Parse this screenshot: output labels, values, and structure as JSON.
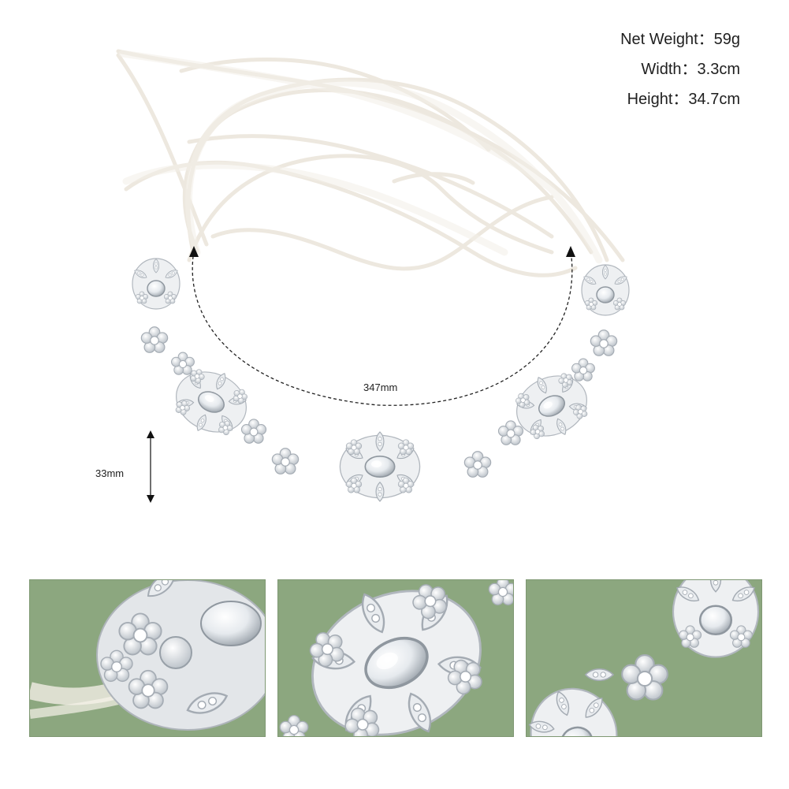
{
  "specs": {
    "net_weight": "Net Weight：59g",
    "width": "Width：3.3cm",
    "height": "Height：34.7cm"
  },
  "dimensions": {
    "length_label": "347mm",
    "height_label": "33mm"
  },
  "colors": {
    "background": "#ffffff",
    "ribbon": "#f1ece4",
    "jewelry_silver": "#d9dce0",
    "crystal": "#f7f9fb",
    "photo_background": "#8ca77f"
  },
  "icons": {
    "length_arrow": "dashed-arc-arrow-icon",
    "height_arrow": "double-vertical-arrow-icon"
  },
  "detail_photos": [
    {
      "name": "detail-closeup-ribbon-end"
    },
    {
      "name": "detail-closeup-center-piece"
    },
    {
      "name": "detail-closeup-link-flowers"
    }
  ]
}
